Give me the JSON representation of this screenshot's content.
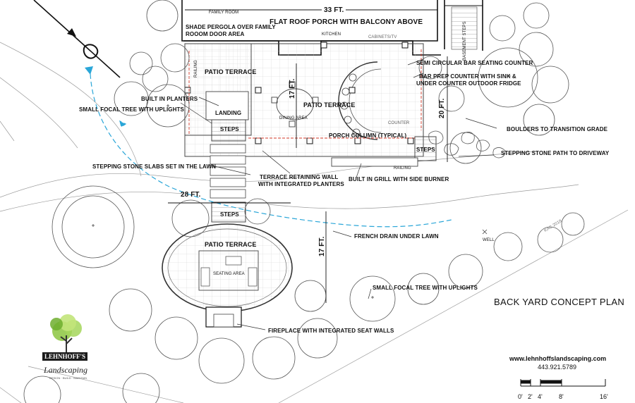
{
  "plan": {
    "title": "BACK YARD CONCEPT PLAN",
    "website": "www.lehnhoffslandscaping.com",
    "phone": "443.921.5789",
    "signature": "KAC 2018"
  },
  "logo": {
    "name": "LEHNHOFF'S",
    "script": "Landscaping",
    "tagline": "DESIGN · BUILD · MAINTAIN"
  },
  "house": {
    "family_room": "FAMILY ROOM",
    "kitchen": "KITCHEN",
    "cabinets_tv": "CABINETS/TV",
    "basement_steps": "BASEMENT STEPS",
    "counter": "COUNTER"
  },
  "dimensions": {
    "porch_width": "33 FT.",
    "porch_depth": "17 FT.",
    "side_depth": "20 FT.",
    "terrace_width": "28 FT.",
    "terrace_depth": "17 FT."
  },
  "labels": {
    "flat_roof_porch": "FLAT ROOF PORCH WITH BALCONY ABOVE",
    "shade_pergola": "SHADE PERGOLA OVER FAMILY\nROOOM DOOR AREA",
    "patio_terrace_upper": "PATIO TERRACE",
    "patio_terrace_main": "PATIO TERRACE",
    "patio_terrace_lower": "PATIO TERRACE",
    "railing_left": "RAILING",
    "railing_right": "RAILING",
    "built_in_planters": "BUILT IN PLANTERS",
    "small_focal_tree_1": "SMALL FOCAL TREE WITH UPLIGHTS",
    "landing": "LANDING",
    "steps_upper": "STEPS",
    "steps_lower": "STEPS",
    "steps_right": "STEPS",
    "dining_area": "DINING AREA",
    "porch_column": "PORCH COLUMN (TYPICAL)",
    "semi_circular_bar": "SEMI CIRCULAR BAR SEATING COUNTER",
    "bar_prep_counter_1": "BAR PREP COUNTER WITH SINK &",
    "bar_prep_counter_2": "UNDER COUNTER OUTDOOR FRIDGE",
    "boulders": "BOULDERS TO TRANSITION GRADE",
    "stepping_stone_path": "STEPPING STONE PATH TO DRIVEWAY",
    "stepping_stone_slabs": "STEPPING STONE SLABS SET IN THE LAWN",
    "retaining_wall_1": "TERRACE RETAINING WALL",
    "retaining_wall_2": "WITH INTEGRATED PLANTERS",
    "built_in_grill": "BUILT IN GRILL WITH SIDE BURNER",
    "french_drain": "FRENCH DRAIN UNDER LAWN",
    "well": "WELL",
    "seating_area": "SEATING AREA",
    "small_focal_tree_2": "SMALL FOCAL TREE WITH UPLIGHTS",
    "fireplace": "FIREPLACE WITH INTEGRATED SEAT WALLS"
  },
  "scale_bar": {
    "ticks": [
      "0'",
      "2'",
      "4'",
      "8'",
      "16'"
    ]
  },
  "colors": {
    "ink": "#1a1a1a",
    "pencil": "#8a8a8a",
    "drain_blue": "#2aa6d8",
    "red_line": "#d33a2a",
    "logo_green": "#8cc63f"
  }
}
